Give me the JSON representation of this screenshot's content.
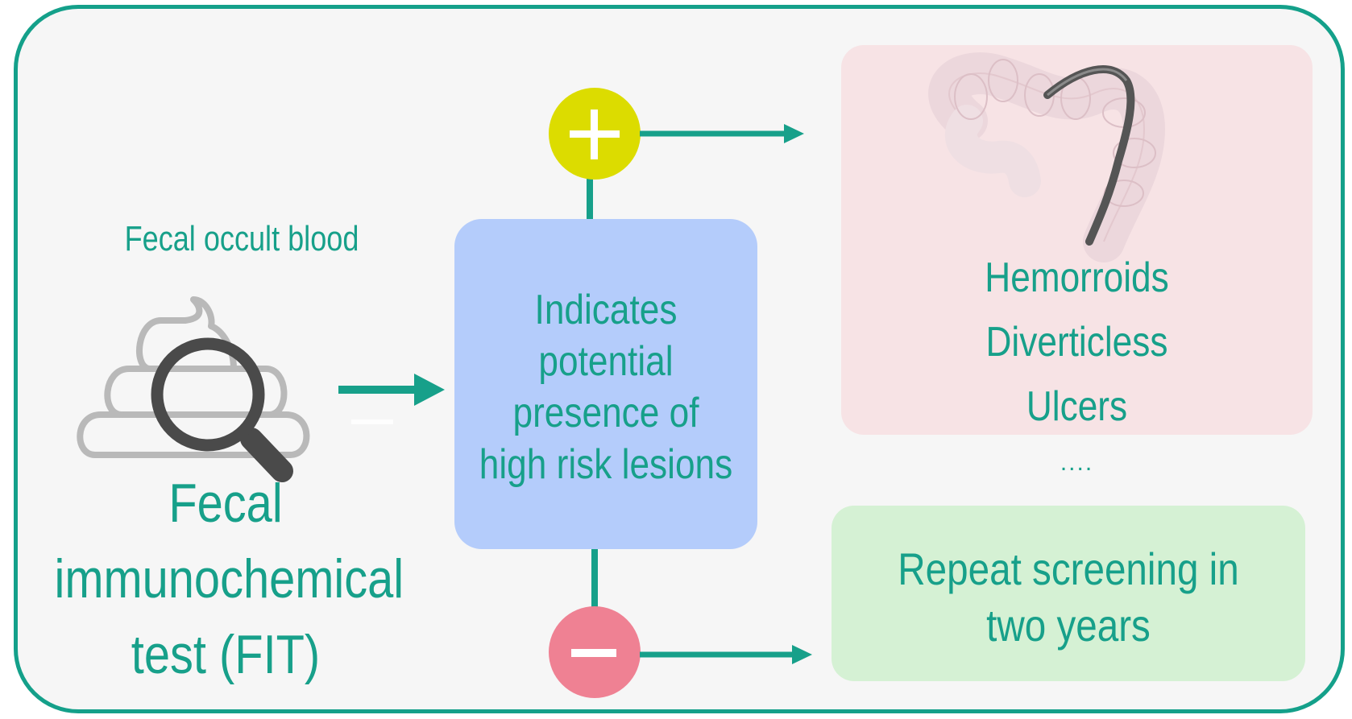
{
  "input": {
    "label": "Fecal occult blood",
    "title_lines": [
      "Fecal",
      "immunochemical",
      "test (FIT)"
    ]
  },
  "result_box": {
    "lines": [
      "Indicates",
      "potential",
      "presence of",
      "high risk lesions"
    ]
  },
  "positive": {
    "symbol": "+",
    "conditions": [
      "Hemorroids",
      "Diverticless",
      "Ulcers"
    ],
    "more": "...."
  },
  "negative": {
    "symbol": "−",
    "action_lines": [
      "Repeat screening in",
      "two years"
    ]
  },
  "colors": {
    "accent": "#17a08a",
    "positive": "#dcdc00",
    "negative": "#ef8193",
    "result_box": "#b4ccfb",
    "conditions_box": "#f7e3e5",
    "action_box": "#d5f1d4",
    "background": "#f6f6f6"
  },
  "icons": {
    "stool": "stool-icon",
    "magnifier": "magnifier-icon",
    "colon": "colon-illustration",
    "plus": "plus-icon",
    "minus": "minus-icon"
  }
}
